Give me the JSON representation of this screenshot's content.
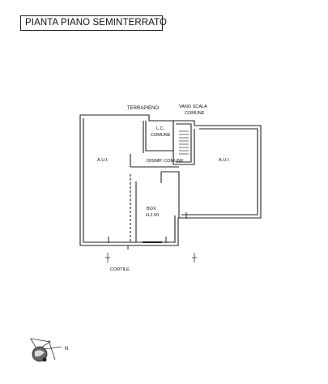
{
  "title": "PIANTA PIANO SEMINTERRATO",
  "labels": {
    "terrapieno": "TERRAPIENO",
    "vano_scala_1": "VANO SCALA",
    "vano_scala_2": "COMUNE",
    "lc_1": "L.C.",
    "lc_2": "COMUNE",
    "aui_left": "A.U.I.",
    "aui_right": "A.U.I.",
    "disimp": "DISIMP. COMUNE",
    "box_1": "BOX",
    "box_2": "H.2.50",
    "cortile": "CORTILE"
  },
  "north": "N"
}
